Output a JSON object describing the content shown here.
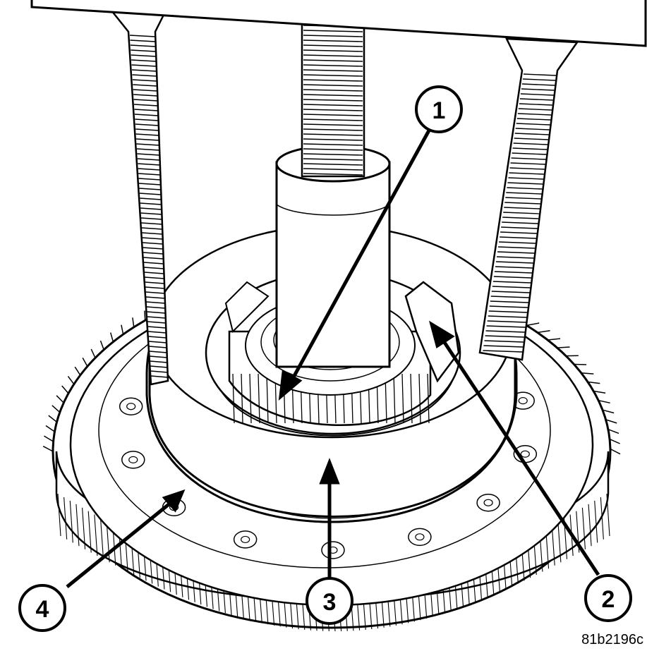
{
  "figure": {
    "code": "81b2196c",
    "callouts": [
      {
        "id": "callout-1",
        "label": "1"
      },
      {
        "id": "callout-2",
        "label": "2"
      },
      {
        "id": "callout-3",
        "label": "3"
      },
      {
        "id": "callout-4",
        "label": "4"
      }
    ]
  }
}
